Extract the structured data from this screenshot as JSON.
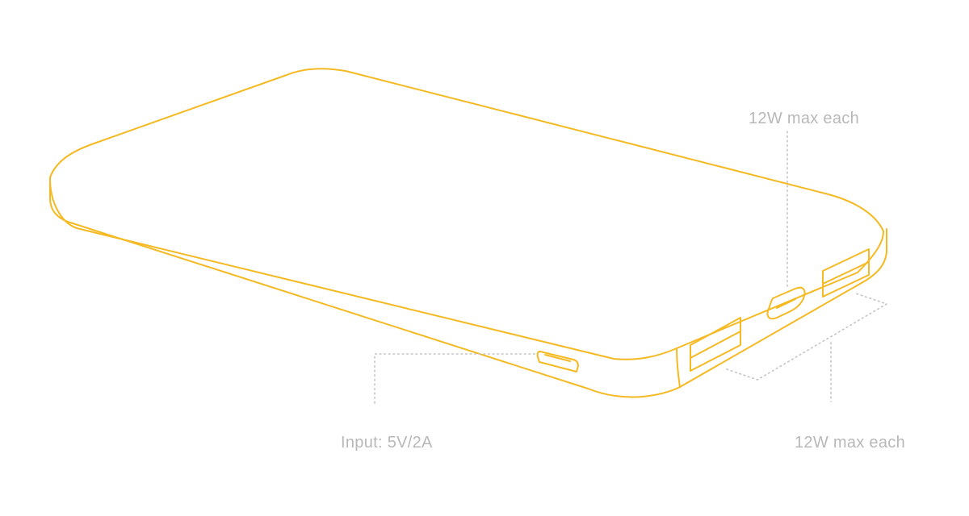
{
  "colors": {
    "outline": "#f5b922",
    "leader": "#c4c4c4",
    "label": "#b8b8b8",
    "background": "#ffffff"
  },
  "labels": {
    "top_output": "12W max each",
    "input": "Input: 5V/2A",
    "bottom_output": "12W max each"
  }
}
